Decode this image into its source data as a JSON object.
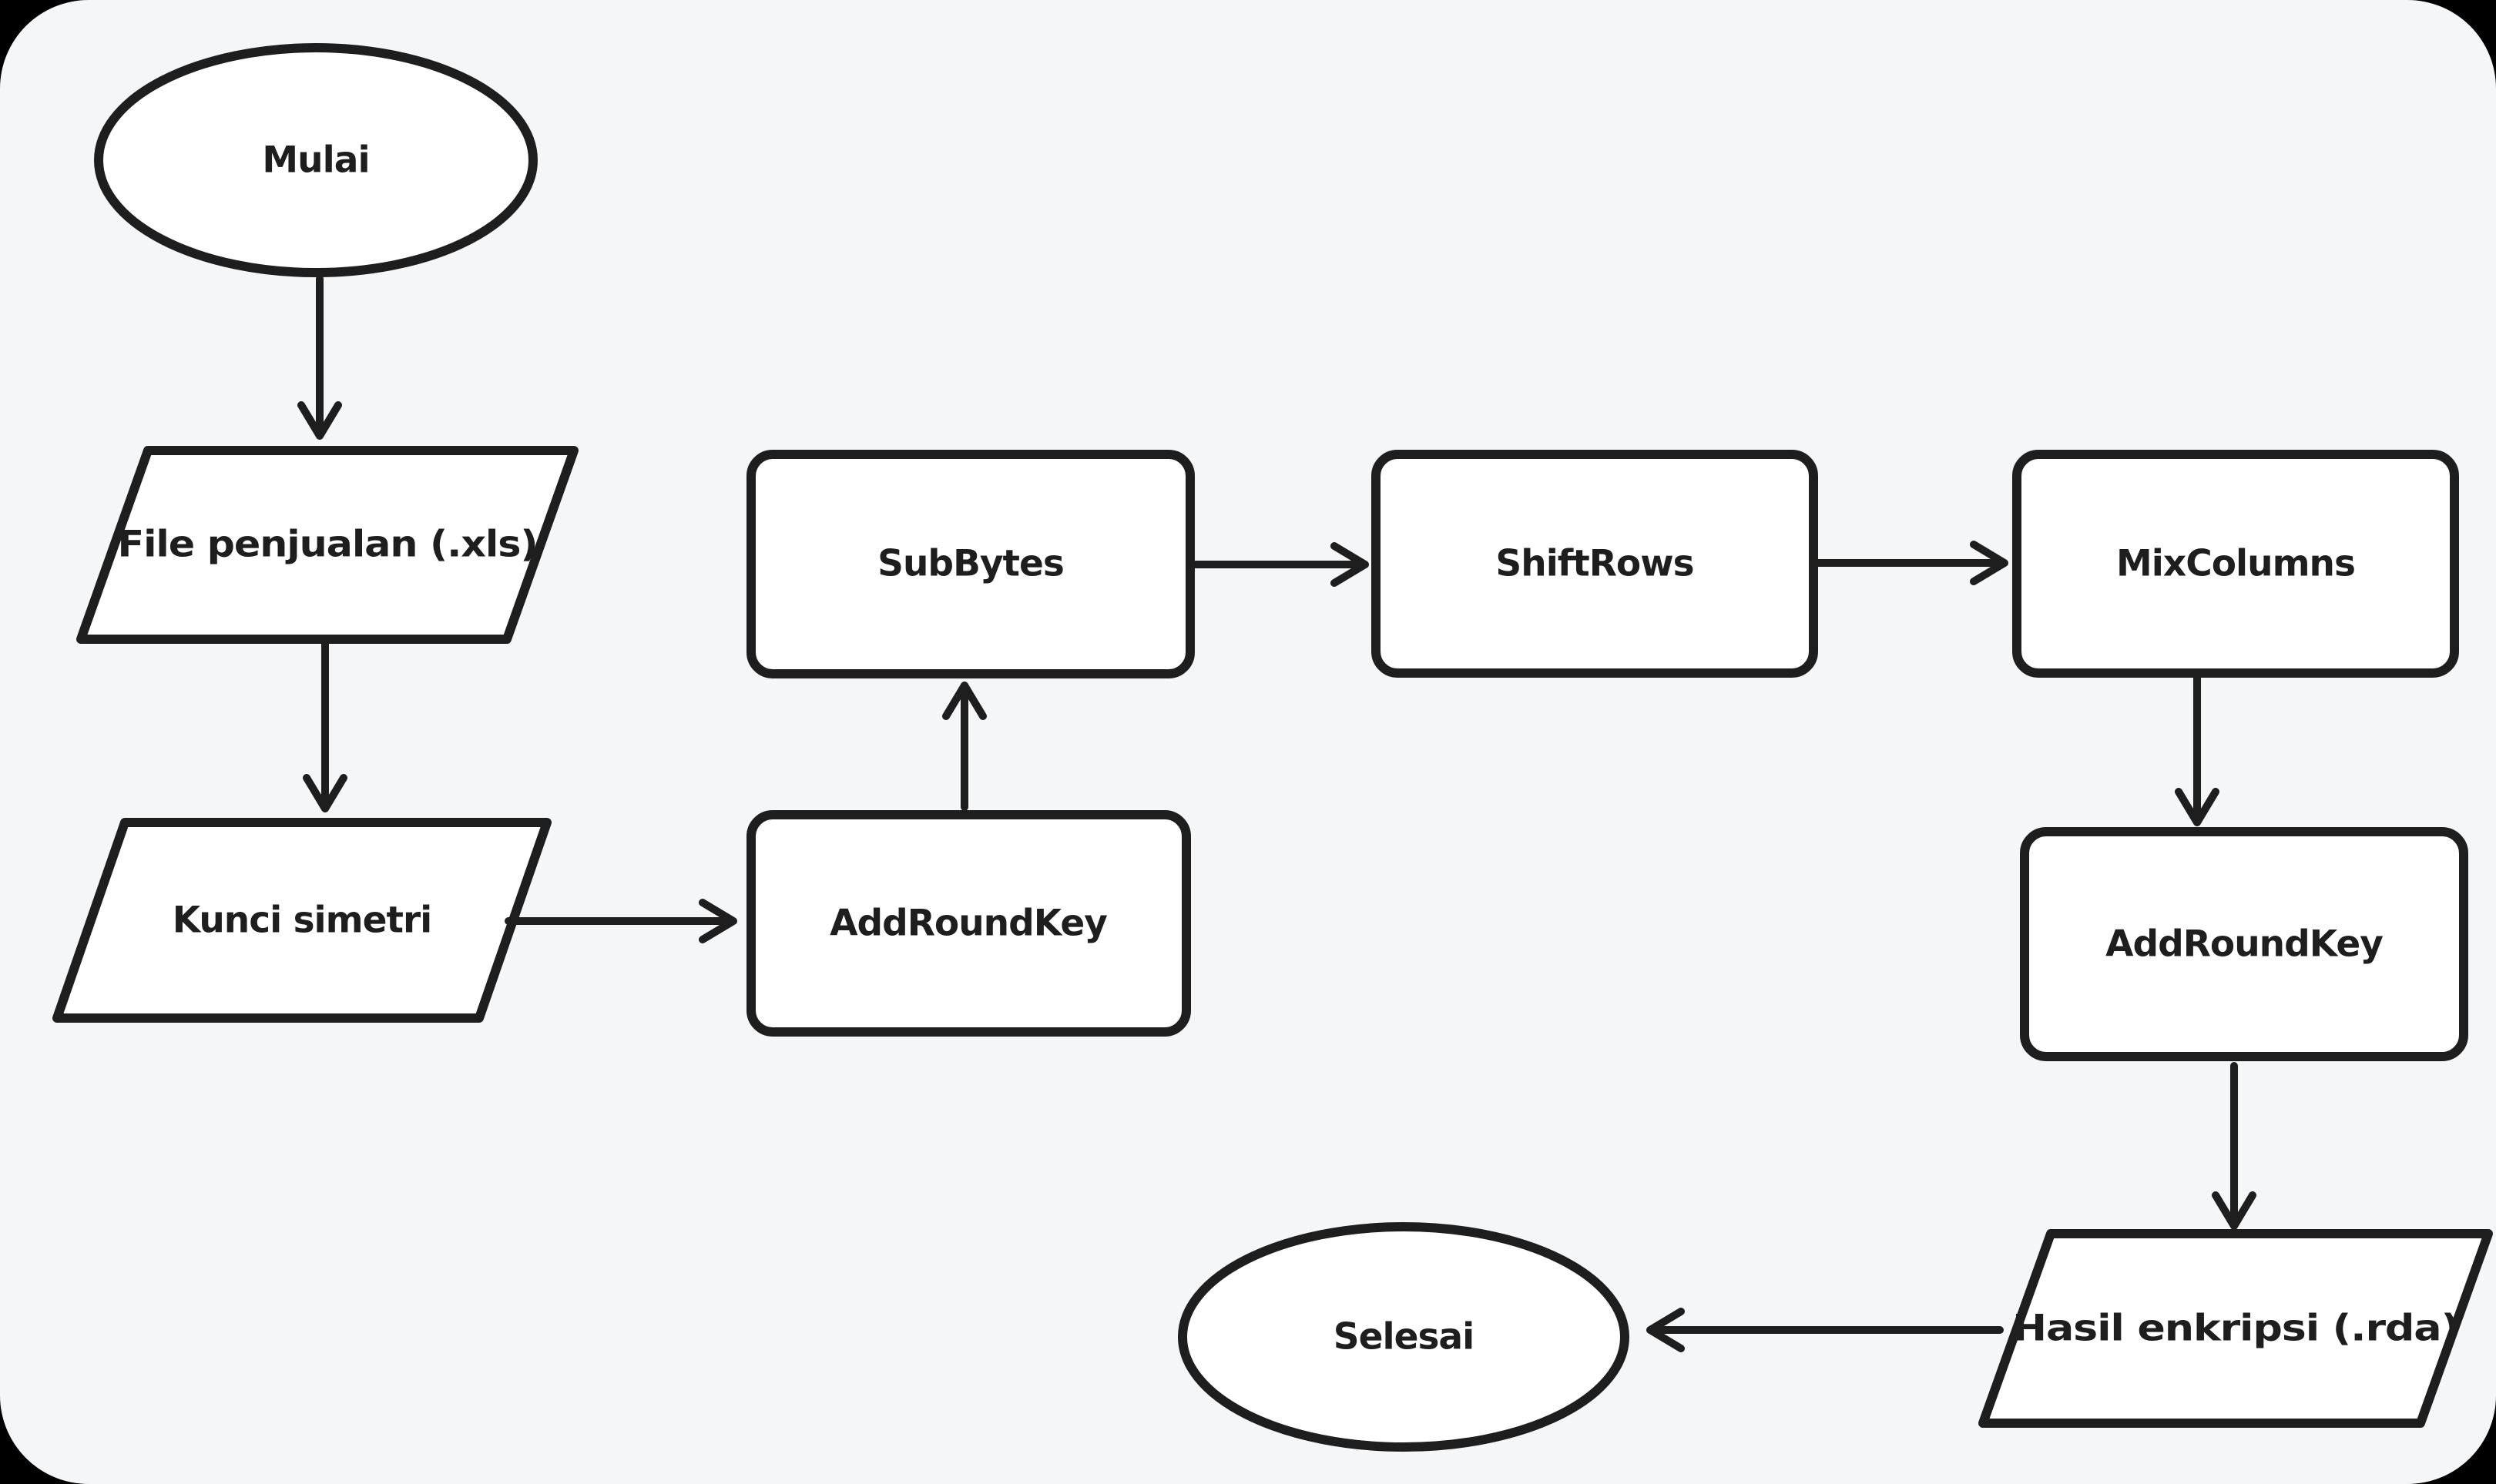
{
  "colors": {
    "outer_background": "#000000",
    "canvas_background": "#f5f6f8",
    "stroke": "#1e1e1e",
    "shape_fill": "#ffffff"
  },
  "nodes": {
    "start": {
      "label": "Mulai",
      "type": "terminator-ellipse"
    },
    "input_file": {
      "label": "File penjualan (.xls)",
      "type": "io-parallelogram"
    },
    "input_key": {
      "label": "Kunci simetri",
      "type": "io-parallelogram"
    },
    "addroundkey1": {
      "label": "AddRoundKey",
      "type": "process-rectangle"
    },
    "subbytes": {
      "label": "SubBytes",
      "type": "process-rectangle"
    },
    "shiftrows": {
      "label": "ShiftRows",
      "type": "process-rectangle"
    },
    "mixcolumns": {
      "label": "MixColumns",
      "type": "process-rectangle"
    },
    "addroundkey2": {
      "label": "AddRoundKey",
      "type": "process-rectangle"
    },
    "output_file": {
      "label": "Hasil enkripsi (.rda)",
      "type": "io-parallelogram"
    },
    "end": {
      "label": "Selesai",
      "type": "terminator-ellipse"
    }
  },
  "edges": [
    {
      "from": "start",
      "to": "input_file",
      "direction": "down"
    },
    {
      "from": "input_file",
      "to": "input_key",
      "direction": "down"
    },
    {
      "from": "input_key",
      "to": "addroundkey1",
      "direction": "right"
    },
    {
      "from": "addroundkey1",
      "to": "subbytes",
      "direction": "up"
    },
    {
      "from": "subbytes",
      "to": "shiftrows",
      "direction": "right"
    },
    {
      "from": "shiftrows",
      "to": "mixcolumns",
      "direction": "right"
    },
    {
      "from": "mixcolumns",
      "to": "addroundkey2",
      "direction": "down"
    },
    {
      "from": "addroundkey2",
      "to": "output_file",
      "direction": "down"
    },
    {
      "from": "output_file",
      "to": "end",
      "direction": "left"
    }
  ]
}
